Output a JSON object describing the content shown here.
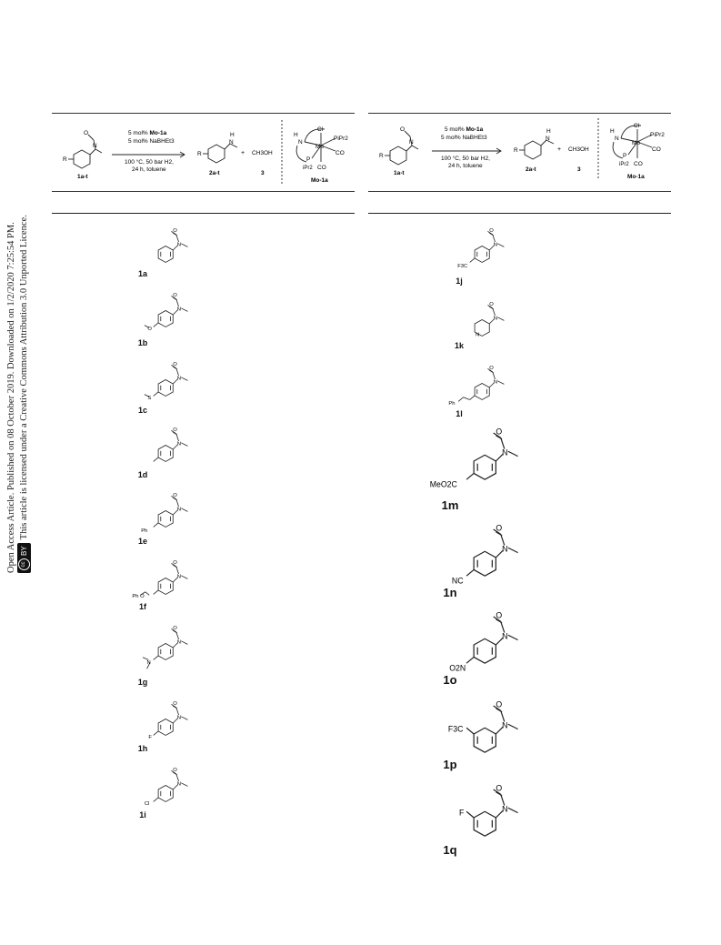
{
  "side_note": {
    "line1": "Open Access Article. Published on 08 October 2019. Downloaded on 1/2/2020 7:25:54 PM.",
    "line2": "This article is licensed under a Creative Commons Attribution 3.0 Unported Licence.",
    "badge": "BY",
    "badge_cc": "cc"
  },
  "scheme": {
    "conditions_line1_a": "5 mol% ",
    "conditions_line1_b": "Mo-1a",
    "conditions_line2": "5 mol% NaBHEt3",
    "conditions_line3": "100 °C, 50 bar H2,",
    "conditions_line4": "24 h, toluene",
    "substrate_label": "1a-t",
    "product_label": "2a-t",
    "plus": "+",
    "methanol": "CH3OH",
    "methanol_label": "3",
    "catalyst_label": "Mo-1a",
    "atoms": {
      "N": "N",
      "O": "O",
      "R": "R",
      "H": "H",
      "Mo": "Mo",
      "Cl": "Cl",
      "P": "P",
      "CO": "CO",
      "PiPr2": "PiPr2",
      "iPr2": "iPr2"
    }
  },
  "compounds_left": [
    {
      "id": "1a",
      "substituent": ""
    },
    {
      "id": "1b",
      "substituent": "O"
    },
    {
      "id": "1c",
      "substituent": "S"
    },
    {
      "id": "1d",
      "substituent": ""
    },
    {
      "id": "1e",
      "substituent": "Ph"
    },
    {
      "id": "1f",
      "substituent": "Ph   O"
    },
    {
      "id": "1g",
      "substituent": "N"
    },
    {
      "id": "1h",
      "substituent": "F"
    },
    {
      "id": "1i",
      "substituent": "Cl"
    }
  ],
  "compounds_right": [
    {
      "id": "1j",
      "substituent": "F3C"
    },
    {
      "id": "1k",
      "substituent": "N"
    },
    {
      "id": "1l",
      "substituent": "Ph"
    },
    {
      "id": "1m",
      "substituent": "MeO2C"
    },
    {
      "id": "1n",
      "substituent": "NC"
    },
    {
      "id": "1o",
      "substituent": "O2N"
    },
    {
      "id": "1p",
      "substituent": "F3C"
    },
    {
      "id": "1q",
      "substituent": "F"
    }
  ]
}
